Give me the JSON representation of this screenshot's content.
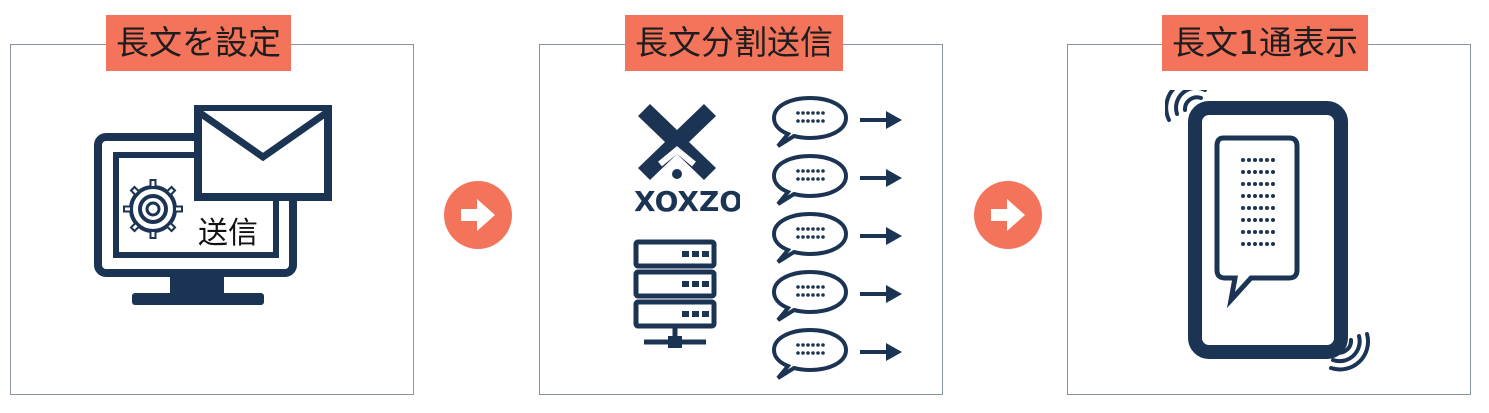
{
  "steps": [
    {
      "label": "長文を設定",
      "inner_text": "送信"
    },
    {
      "label": "長文分割送信",
      "brand_text": "XOXZO"
    },
    {
      "label": "長文1通表示"
    }
  ],
  "colors": {
    "navy": "#1c3453",
    "accent": "#f4735b",
    "border": "#8a93a3"
  }
}
